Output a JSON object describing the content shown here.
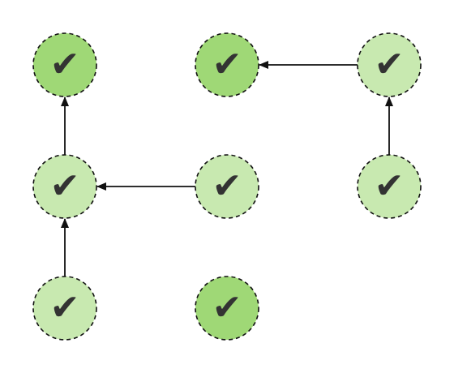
{
  "diagram": {
    "check_glyph": "✔",
    "colors": {
      "completed_dark": "#9fd876",
      "completed_light": "#c8e9b0",
      "stroke": "#111111",
      "check": "#333333"
    },
    "nodes": [
      {
        "id": "n-top-left",
        "shade": "dark"
      },
      {
        "id": "n-top-middle",
        "shade": "dark"
      },
      {
        "id": "n-top-right",
        "shade": "light"
      },
      {
        "id": "n-mid-left",
        "shade": "light"
      },
      {
        "id": "n-mid-middle",
        "shade": "light"
      },
      {
        "id": "n-mid-right",
        "shade": "light"
      },
      {
        "id": "n-bottom-left",
        "shade": "light"
      },
      {
        "id": "n-bottom-middle",
        "shade": "dark"
      }
    ],
    "edges": [
      {
        "from": "n-mid-left",
        "to": "n-top-left"
      },
      {
        "from": "n-bottom-left",
        "to": "n-mid-left"
      },
      {
        "from": "n-mid-middle",
        "to": "n-mid-left"
      },
      {
        "from": "n-top-right",
        "to": "n-top-middle"
      },
      {
        "from": "n-mid-right",
        "to": "n-top-right"
      }
    ]
  }
}
